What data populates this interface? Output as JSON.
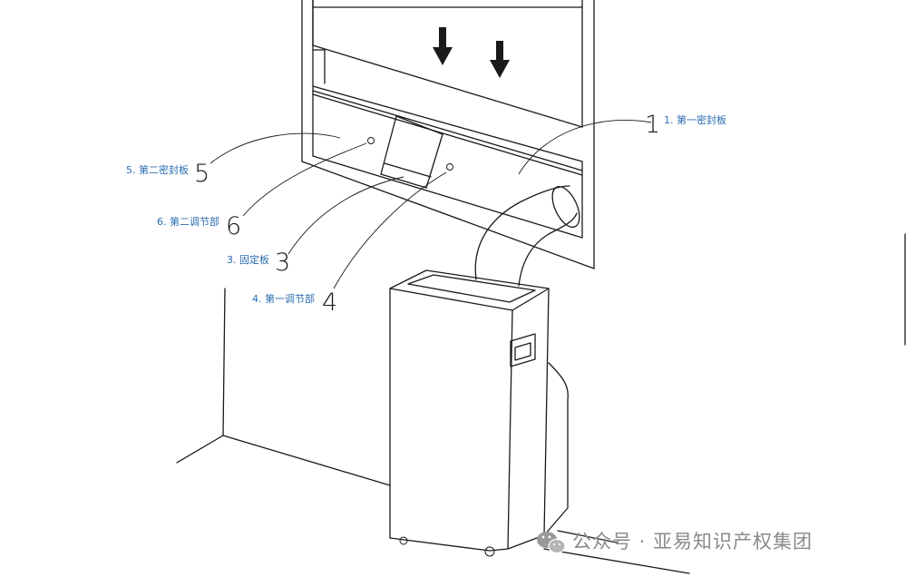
{
  "callouts": [
    {
      "number": "1",
      "label": "1. 第一密封板"
    },
    {
      "number": "5",
      "label": "5. 第二密封板"
    },
    {
      "number": "6",
      "label": "6. 第二调节部"
    },
    {
      "number": "3",
      "label": "3. 固定板"
    },
    {
      "number": "4",
      "label": "4. 第一调节部"
    }
  ],
  "watermark": {
    "text": "公众号 · 亚易知识产权集团",
    "icon": "wechat-icon"
  },
  "colors": {
    "line": "#1a1a1a",
    "label": "#2b6cb0",
    "watermark": "#8a8a8a"
  }
}
